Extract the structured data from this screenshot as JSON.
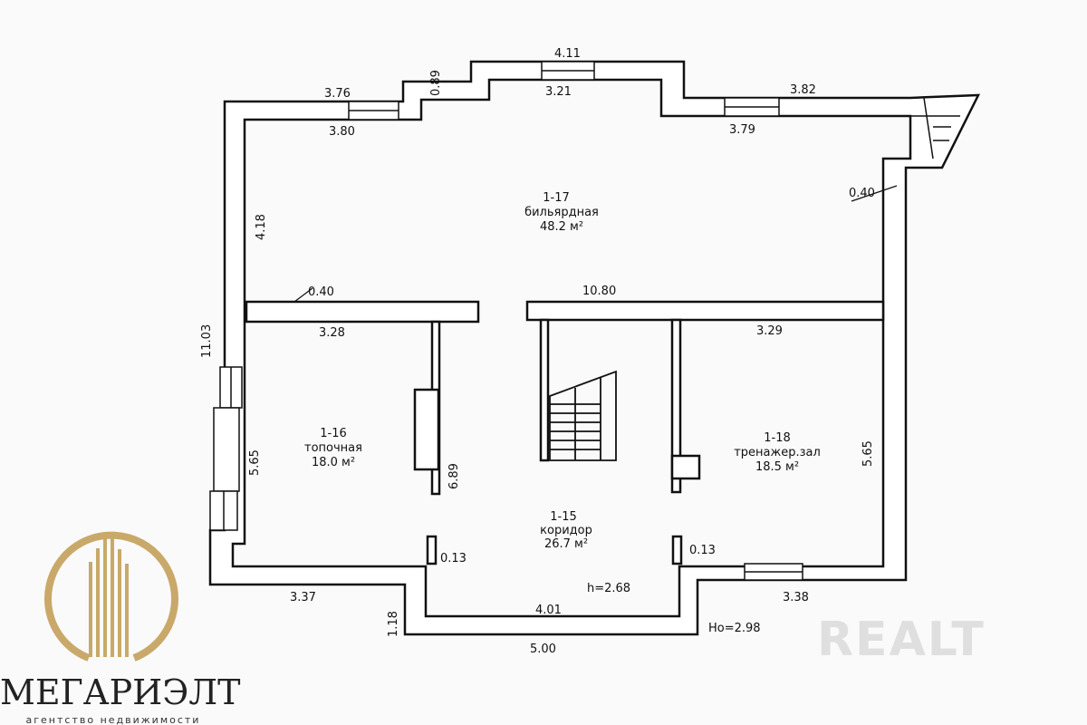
{
  "rooms": [
    {
      "id": "1-17",
      "name": "бильярдная",
      "area": "48.2 м²"
    },
    {
      "id": "1-16",
      "name": "топочная",
      "area": "18.0 м²"
    },
    {
      "id": "1-18",
      "name": "тренажер.зал",
      "area": "18.5 м²"
    },
    {
      "id": "1-15",
      "name": "коридор",
      "area": "26.7 м²"
    }
  ],
  "dimensions": {
    "d376": "3.76",
    "d380": "3.80",
    "d089": "0.89",
    "d411": "4.11",
    "d321": "3.21",
    "d382": "3.82",
    "d379": "3.79",
    "d040a": "0.40",
    "d418": "4.18",
    "d040b": "0.40",
    "d1080": "10.80",
    "d328": "3.28",
    "d329": "3.29",
    "d1103": "11.03",
    "d565a": "5.65",
    "d565b": "5.65",
    "d689": "6.89",
    "d013a": "0.13",
    "d013b": "0.13",
    "d337": "3.37",
    "d338": "3.38",
    "d401": "4.01",
    "d118": "1.18",
    "d500": "5.00"
  },
  "heights": {
    "h": "h=2.68",
    "ho": "Ho=2.98"
  },
  "logo": {
    "brand": "МЕГАРИЭЛТ",
    "tagline": "агентство недвижимости",
    "color": "#c9a96a"
  },
  "watermark": "REALT"
}
